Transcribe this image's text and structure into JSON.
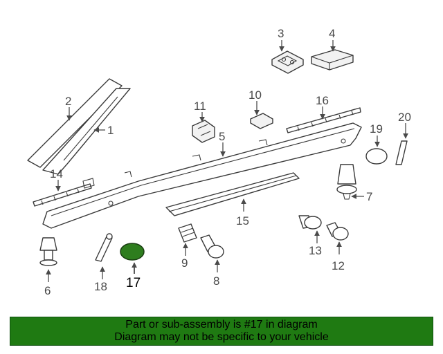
{
  "callouts": {
    "c1": "1",
    "c2": "2",
    "c3": "3",
    "c4": "4",
    "c5": "5",
    "c6": "6",
    "c7": "7",
    "c8": "8",
    "c9": "9",
    "c10": "10",
    "c11": "11",
    "c12": "12",
    "c13": "13",
    "c14": "14",
    "c15": "15",
    "c16": "16",
    "c17": "17",
    "c18": "18",
    "c19": "19",
    "c20": "20"
  },
  "highlighted_part": "17",
  "colors": {
    "highlight": "#2e7d1e",
    "banner": "#1f7a12",
    "banner_border": "#0d4f0d"
  },
  "banner": {
    "line1": "Part or sub-assembly is #17 in diagram",
    "line2": "Diagram may not be specific to your vehicle"
  }
}
